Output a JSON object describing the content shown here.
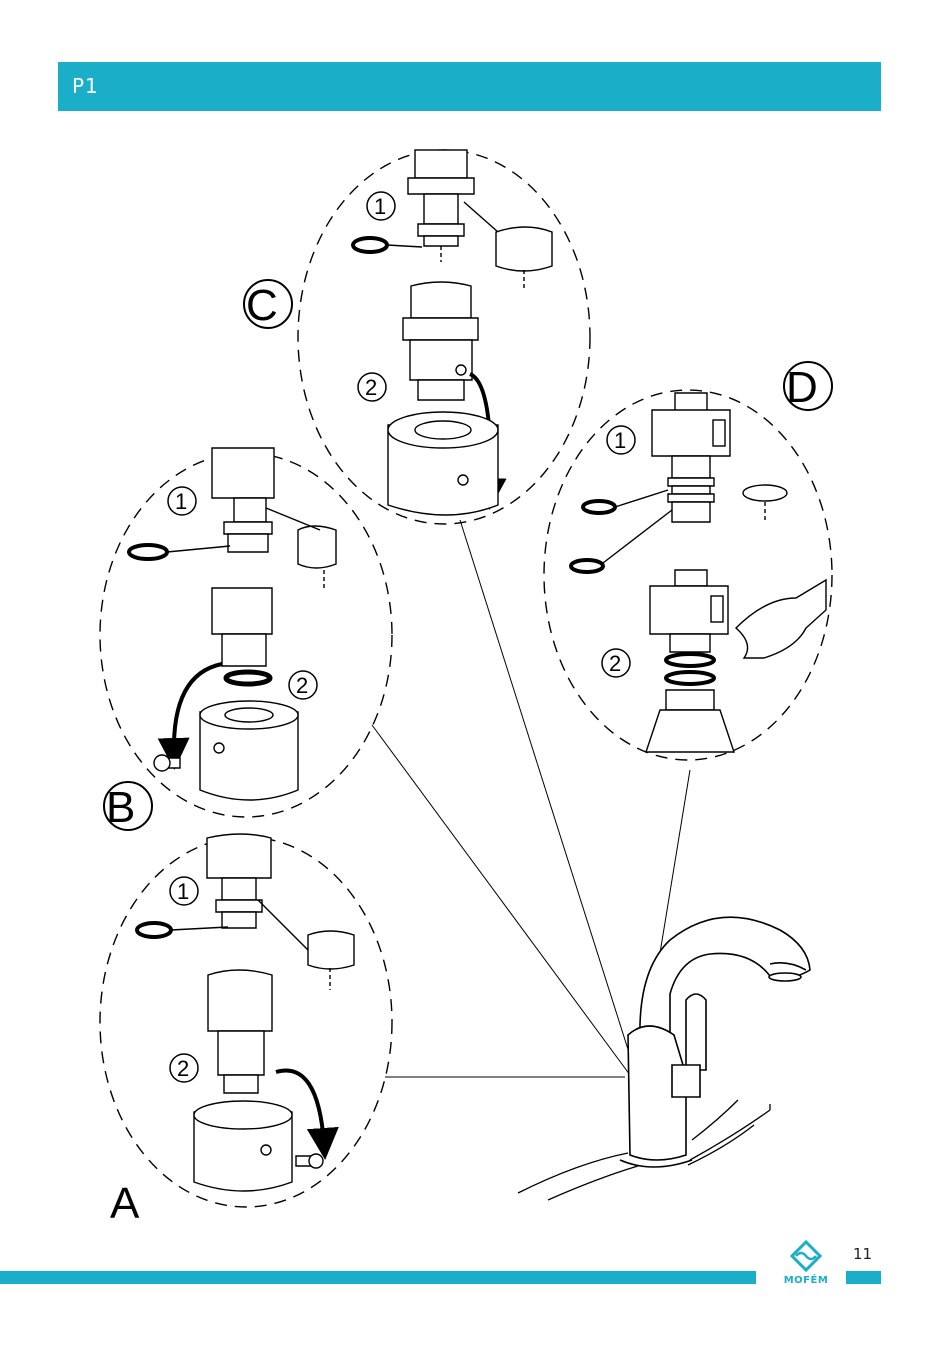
{
  "header": {
    "title": "P1"
  },
  "diagram": {
    "sections": [
      {
        "letter": "A",
        "steps": [
          "1",
          "2"
        ]
      },
      {
        "letter": "B",
        "steps": [
          "1",
          "2"
        ]
      },
      {
        "letter": "C",
        "steps": [
          "1",
          "2"
        ]
      },
      {
        "letter": "D",
        "steps": [
          "1",
          "2"
        ]
      }
    ]
  },
  "footer": {
    "page_number": "11",
    "brand": "MOFÉM"
  },
  "colors": {
    "accent": "#1aaec9",
    "line": "#000000"
  }
}
